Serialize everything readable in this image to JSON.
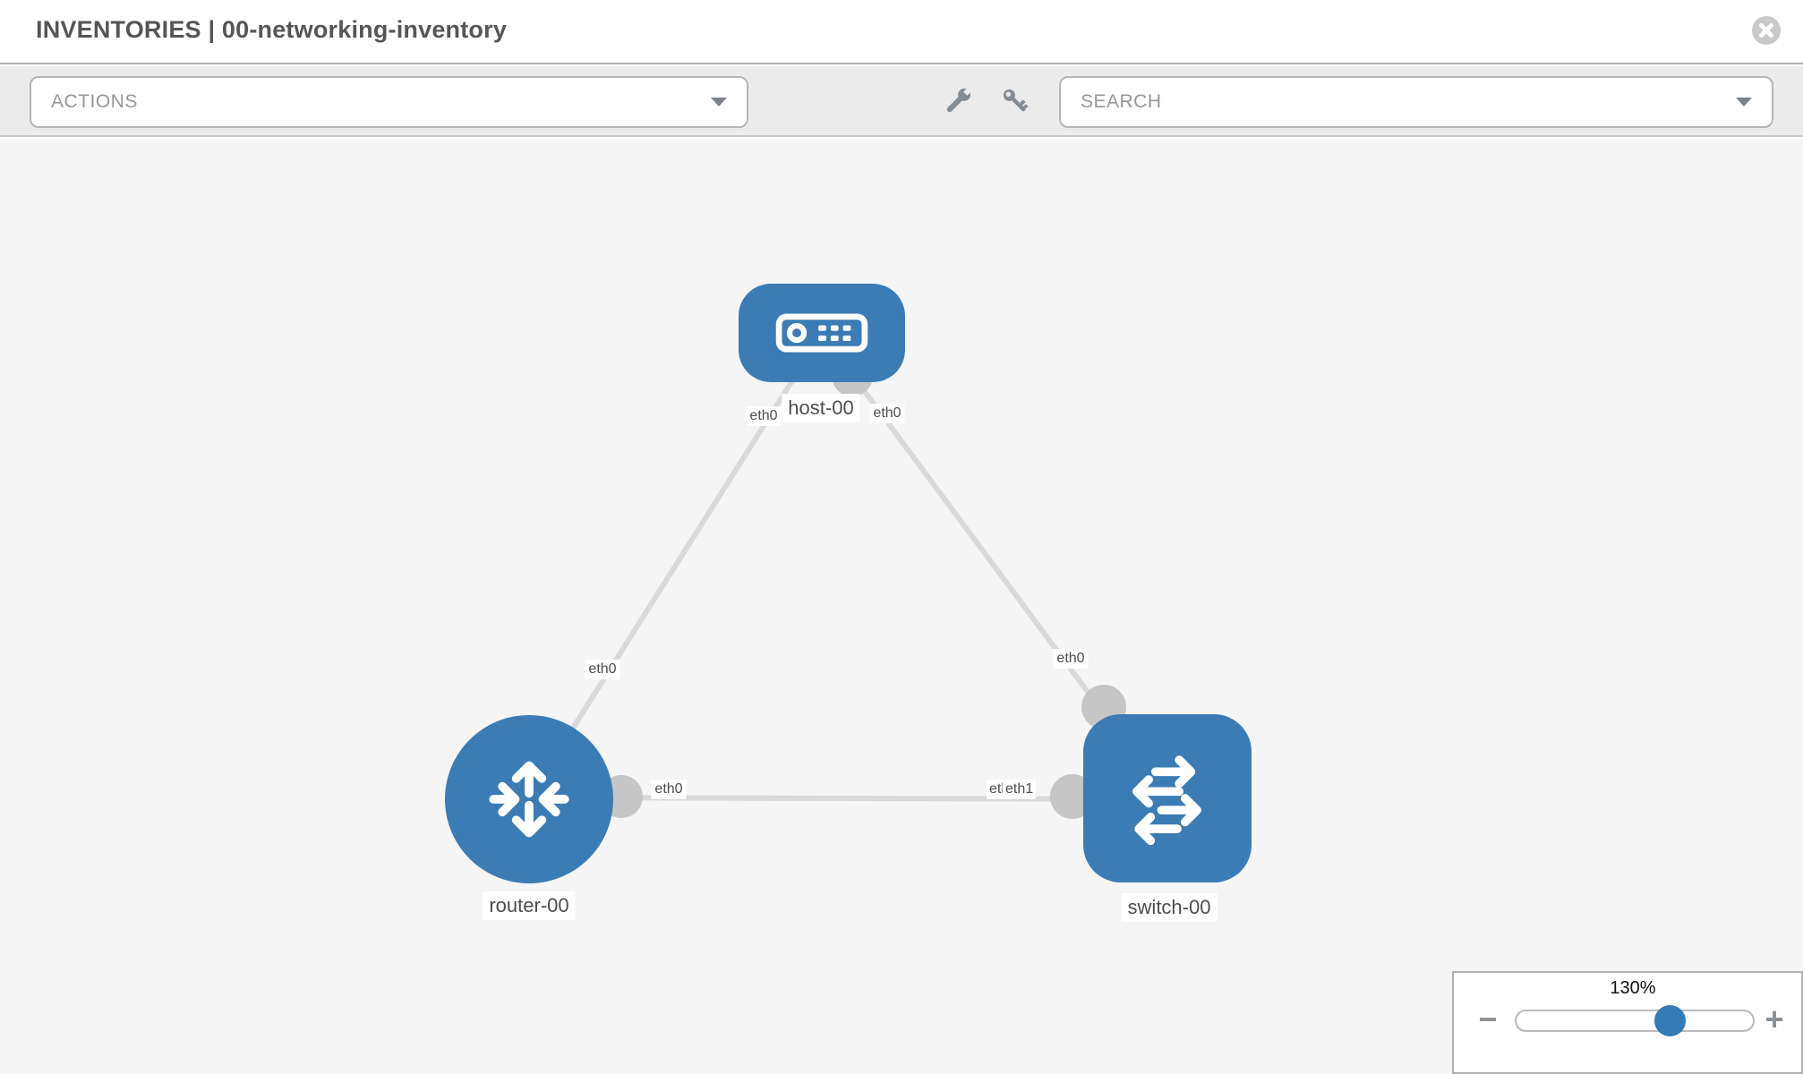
{
  "header": {
    "title": "INVENTORIES | 00-networking-inventory"
  },
  "toolbar": {
    "actions_label": "ACTIONS",
    "search_placeholder": "SEARCH",
    "tool_icons": [
      "wrench",
      "key"
    ]
  },
  "topology": {
    "nodes": [
      {
        "id": "host-00",
        "label": "host-00",
        "type": "host"
      },
      {
        "id": "router-00",
        "label": "router-00",
        "type": "router"
      },
      {
        "id": "switch-00",
        "label": "switch-00",
        "type": "switch"
      }
    ],
    "links": [
      {
        "from": "router-00",
        "to": "host-00",
        "from_if": "eth0",
        "to_if": "eth0"
      },
      {
        "from": "host-00",
        "to": "switch-00",
        "from_if": "eth0",
        "to_if": "eth0"
      },
      {
        "from": "router-00",
        "to": "switch-00",
        "from_if": "eth0",
        "to_if_labels": {
          "0": "eth0",
          "1": "eth1"
        }
      }
    ]
  },
  "zoom": {
    "value": "130%",
    "percent": 130,
    "minus_label": "−",
    "plus_label": "+"
  },
  "colors": {
    "node_blue": "#3b7cb5",
    "thumb_blue": "#337ab7",
    "link_gray": "#d9d9d9",
    "port_gray": "#c6c6c6",
    "canvas_bg": "#f5f5f5"
  }
}
